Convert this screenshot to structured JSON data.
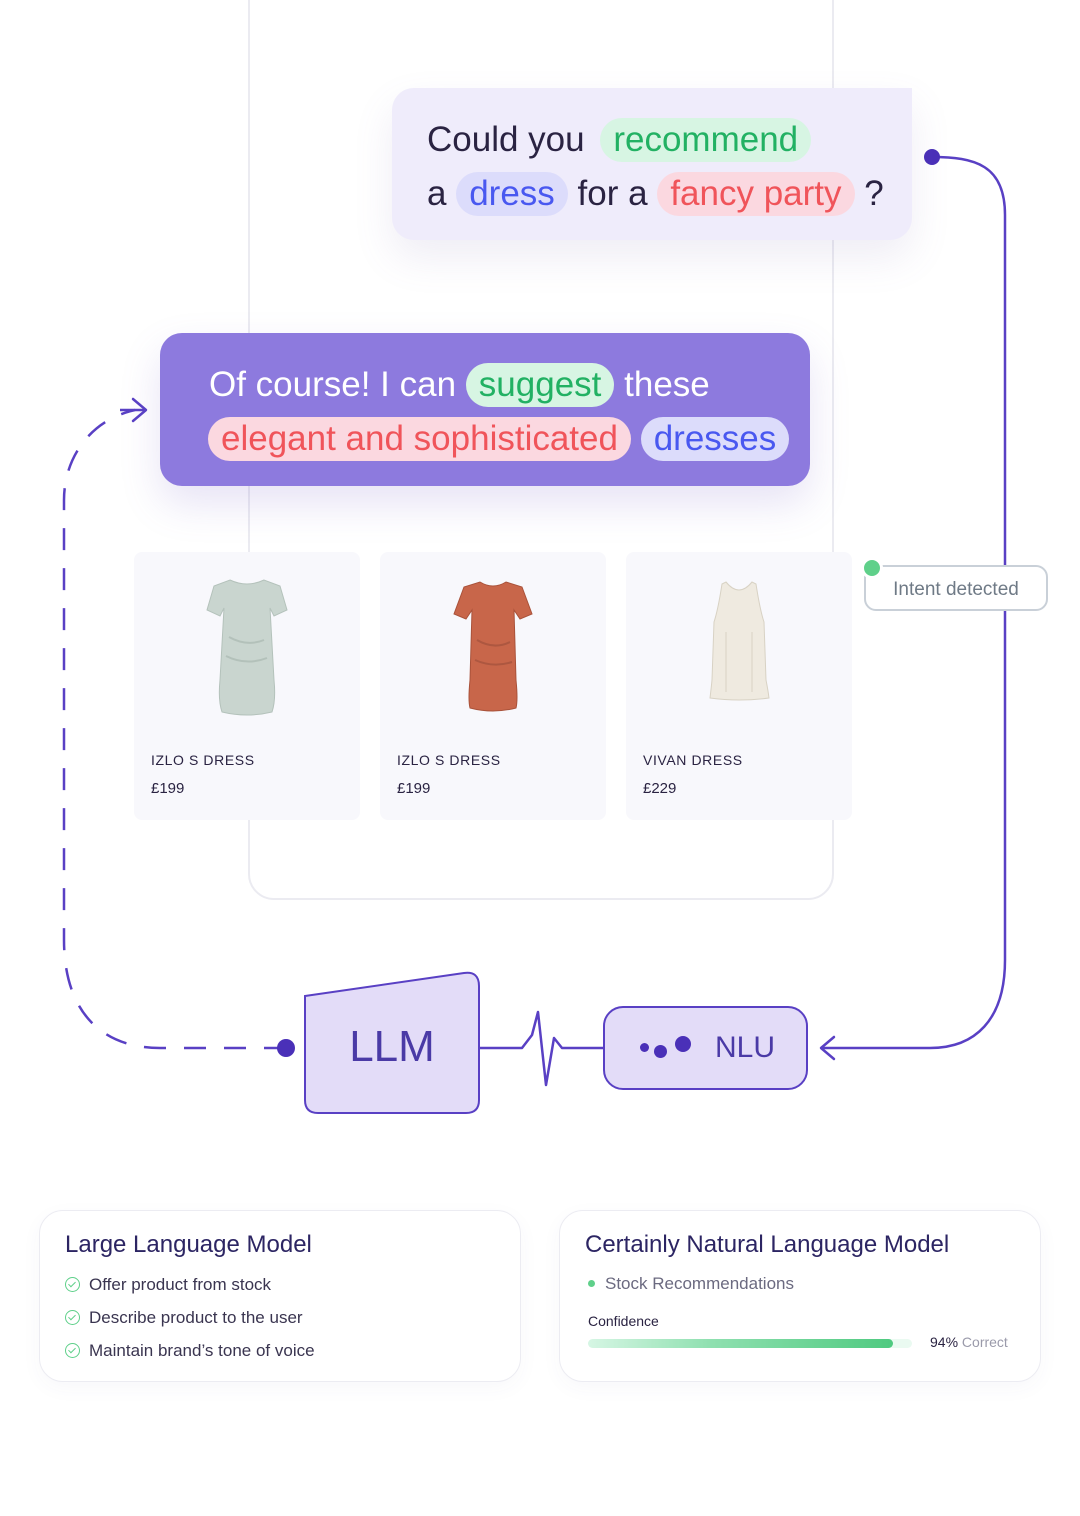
{
  "user_message": {
    "line1": {
      "text": "Could you",
      "chip": "recommend"
    },
    "line2": {
      "prefix": "a",
      "chip1": "dress",
      "middle": "for a",
      "chip2": "fancy party",
      "suffix": "?"
    }
  },
  "assistant_message": {
    "line1": {
      "prefix": "Of course! I can",
      "chip": "suggest",
      "suffix": "these"
    },
    "line2": {
      "chip1": "elegant and sophisticated",
      "chip2": "dresses"
    }
  },
  "products": [
    {
      "name": "IZLO S DRESS",
      "price": "£199",
      "color": "#c9d5cf"
    },
    {
      "name": "IZLO S DRESS",
      "price": "£199",
      "color": "#c8664a"
    },
    {
      "name": "VIVAN DRESS",
      "price": "£229",
      "color": "#efeae0"
    }
  ],
  "intent_label": "Intent detected",
  "pipeline": {
    "llm_label": "LLM",
    "nlu_label": "NLU"
  },
  "llm_card": {
    "title": "Large Language Model",
    "items": [
      "Offer product from stock",
      "Describe product to the user",
      "Maintain brand’s tone of voice"
    ]
  },
  "nlu_card": {
    "title": "Certainly Natural Language Model",
    "bullet": "Stock Recommendations",
    "confidence_label": "Confidence",
    "confidence_value": 0.94,
    "confidence_percent": "94%",
    "confidence_suffix": "Correct"
  },
  "colors": {
    "accent_purple": "#5940c4",
    "bubble_purple": "#8d7ade",
    "green": "#22b163",
    "blue": "#4958f0",
    "red": "#f0545a"
  }
}
